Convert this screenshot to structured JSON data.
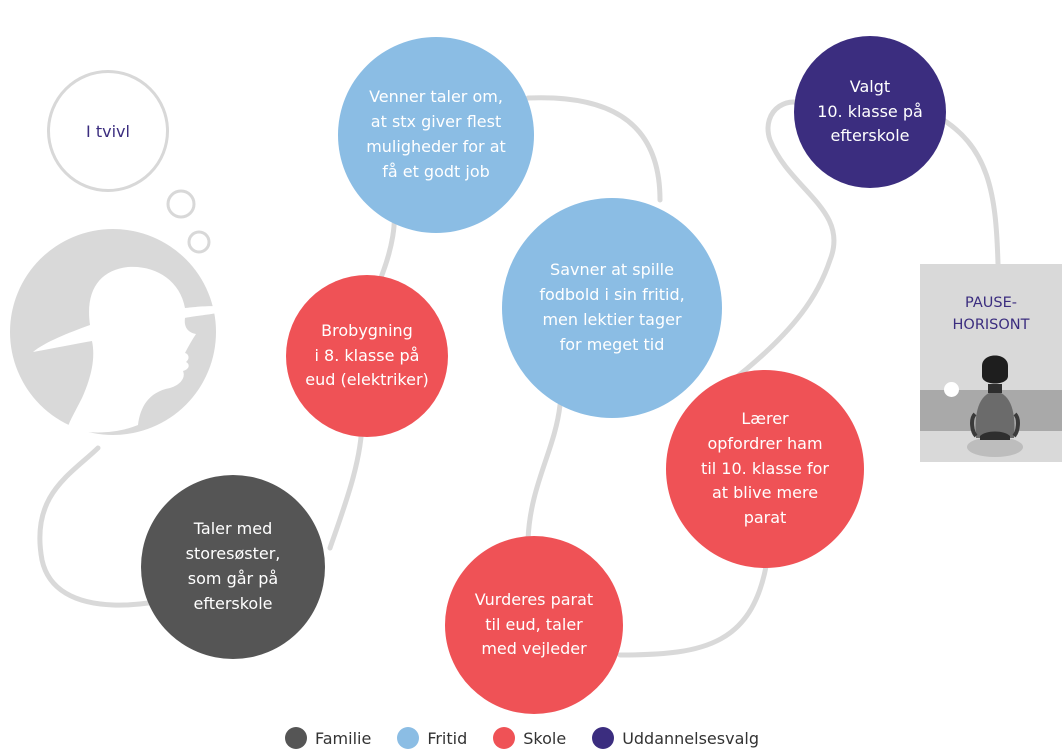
{
  "thought": {
    "label": "I tvivl"
  },
  "nodes": {
    "venner": {
      "label": "Venner taler om,\nat stx giver flest\nmuligheder for at\nfå et godt job",
      "category": "Fritid"
    },
    "valgt": {
      "label": "Valgt\n10. klasse på\nefterskole",
      "category": "Uddannelsesvalg"
    },
    "savner": {
      "label": "Savner at spille\nfodbold i sin fritid,\nmen lektier tager\nfor meget tid",
      "category": "Fritid"
    },
    "brobygning": {
      "label": "Brobygning\ni 8. klasse på\neud (elektriker)",
      "category": "Skole"
    },
    "laerer": {
      "label": "Lærer\nopfordrer ham\ntil 10. klasse for\nat blive mere\nparat",
      "category": "Skole"
    },
    "taler": {
      "label": "Taler med\nstoresøster,\nsom går på\nefterskole",
      "category": "Familie"
    },
    "vurderes": {
      "label": "Vurderes parat\ntil eud, taler\nmed vejleder",
      "category": "Skole"
    }
  },
  "pause": {
    "title": "PAUSE-\nHORISONT"
  },
  "legend": [
    {
      "label": "Familie",
      "color": "#555555"
    },
    {
      "label": "Fritid",
      "color": "#8bbde4"
    },
    {
      "label": "Skole",
      "color": "#ef5256"
    },
    {
      "label": "Uddannelsesvalg",
      "color": "#3b2d7f"
    }
  ],
  "colors": {
    "familie": "#555555",
    "fritid": "#8bbde4",
    "skole": "#ef5256",
    "uddannelsesvalg": "#3b2d7f",
    "path": "#d9d9d9"
  }
}
